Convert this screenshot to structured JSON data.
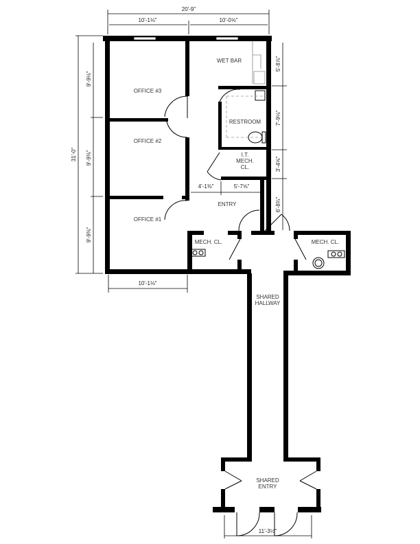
{
  "rooms": {
    "office3": "OFFICE #3",
    "office2": "OFFICE #2",
    "office1": "OFFICE #1",
    "wet_bar": "WET BAR",
    "restroom": "RESTROOM",
    "it_closet": [
      "I.T.",
      "MECH.",
      "CL."
    ],
    "entry": "ENTRY",
    "mech_left": "MECH. CL.",
    "mech_right": "MECH. CL.",
    "hallway": [
      "SHARED",
      "HALLWAY"
    ],
    "shared_entry": [
      "SHARED",
      "ENTRY"
    ]
  },
  "dimensions": {
    "overall_width": "20'-9\"",
    "top_left": "10'-1⅛\"",
    "top_right": "10'-0⅝\"",
    "overall_height": "31'-0\"",
    "office3_height": "9'-9⅛\"",
    "office2_height": "9'-9⅜\"",
    "office1_height": "9'-9⅜\"",
    "bottom_office": "10'-1⅛\"",
    "wet_bar_height": "5'-8⅞\"",
    "restroom_height": "7'-9⅛\"",
    "it_height": "3'-4⅝\"",
    "entry_height": "6'-8¾\"",
    "entry_left": "4'-1⅜\"",
    "entry_right": "5'-7⅝\"",
    "shared_entry_width": "11'-3½\""
  }
}
